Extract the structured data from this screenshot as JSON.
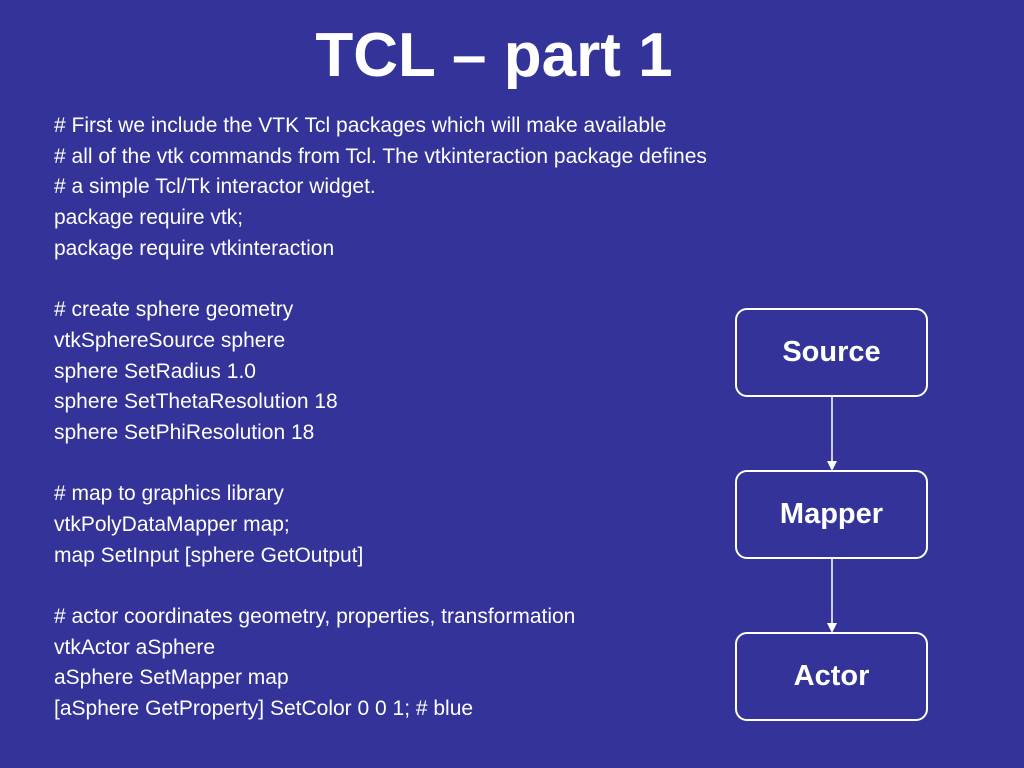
{
  "title": "TCL – part 1",
  "code_lines": [
    "# First we include the VTK Tcl packages which will make available",
    "# all of the vtk commands from Tcl. The vtkinteraction package defines",
    "# a simple Tcl/Tk interactor widget.",
    "package require vtk;",
    "package require vtkinteraction",
    "",
    "# create sphere geometry",
    "vtkSphereSource sphere",
    "sphere SetRadius 1.0",
    "sphere SetThetaResolution 18",
    "sphere SetPhiResolution 18",
    "",
    "# map to graphics library",
    "vtkPolyDataMapper map;",
    "map SetInput [sphere GetOutput]",
    "",
    "# actor coordinates geometry, properties, transformation",
    "vtkActor aSphere",
    "aSphere SetMapper map",
    "[aSphere GetProperty] SetColor 0 0 1; # blue"
  ],
  "pipeline": {
    "source": "Source",
    "mapper": "Mapper",
    "actor": "Actor"
  },
  "colors": {
    "background": "#333399",
    "foreground": "#ffffff"
  }
}
